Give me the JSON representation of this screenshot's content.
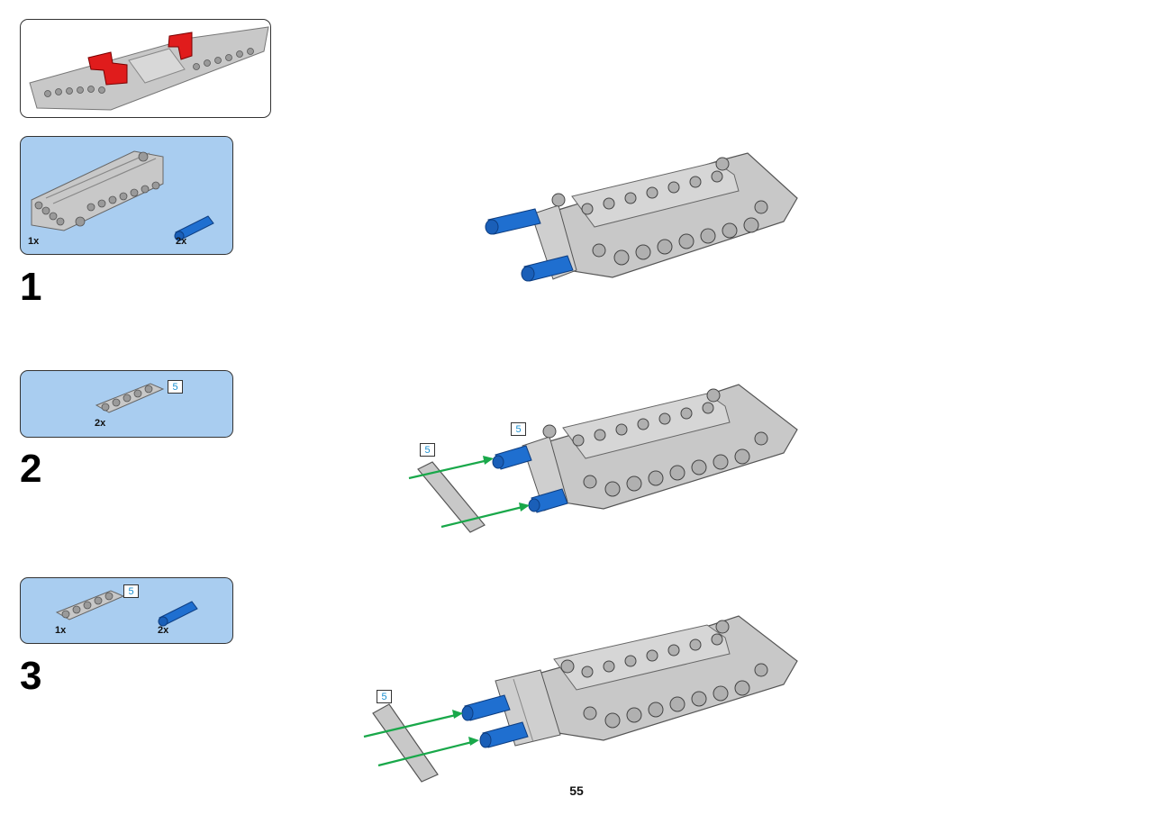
{
  "steps": [
    {
      "number": "1",
      "parts": [
        {
          "qty": "1x"
        },
        {
          "qty": "2x"
        }
      ]
    },
    {
      "number": "2",
      "parts": [
        {
          "qty": "2x",
          "length": "5"
        }
      ]
    },
    {
      "number": "3",
      "parts": [
        {
          "qty": "1x",
          "length": "5"
        },
        {
          "qty": "2x"
        }
      ]
    }
  ],
  "main": {
    "step2_callouts": [
      "5",
      "5"
    ],
    "step3_callouts": [
      "5"
    ]
  },
  "page": {
    "number": "55"
  },
  "colors": {
    "panel_blue": "#a9cdf0",
    "brick_gray": "#c8c8c8",
    "pin_blue": "#1f6fd0",
    "arrow_green": "#19a84a",
    "accent_red": "#e01c1c",
    "length_text": "#1a8fd0"
  }
}
